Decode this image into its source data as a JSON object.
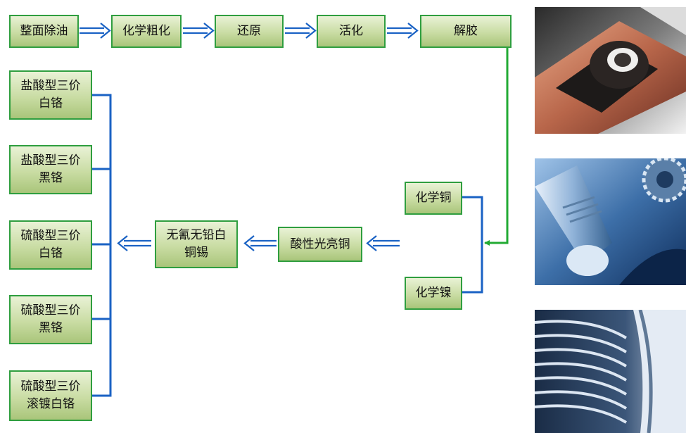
{
  "flow": {
    "top_steps": [
      "整面除油",
      "化学粗化",
      "还原",
      "活化",
      "解胶"
    ],
    "branch_steps": [
      "化学铜",
      "化学镍"
    ],
    "middle_steps": [
      {
        "line1": "酸性光亮铜",
        "line2": ""
      },
      {
        "line1": "无氰无铅白",
        "line2": "铜锡"
      }
    ],
    "finishes": [
      {
        "line1": "盐酸型三价",
        "line2": "白铬"
      },
      {
        "line1": "盐酸型三价",
        "line2": "黑铬"
      },
      {
        "line1": "硫酸型三价",
        "line2": "白铬"
      },
      {
        "line1": "硫酸型三价",
        "line2": "黑铬"
      },
      {
        "line1": "硫酸型三价",
        "line2": "滚镀白铬"
      }
    ]
  },
  "colors": {
    "box_border": "#2f9e3f",
    "box_fill": "#c9dca3",
    "blue_line": "#1a62c4",
    "green_line": "#22aa33"
  },
  "photos": [
    "copper-plated-part-photo",
    "chrome-gear-and-tool-photo",
    "chrome-grille-photo"
  ]
}
